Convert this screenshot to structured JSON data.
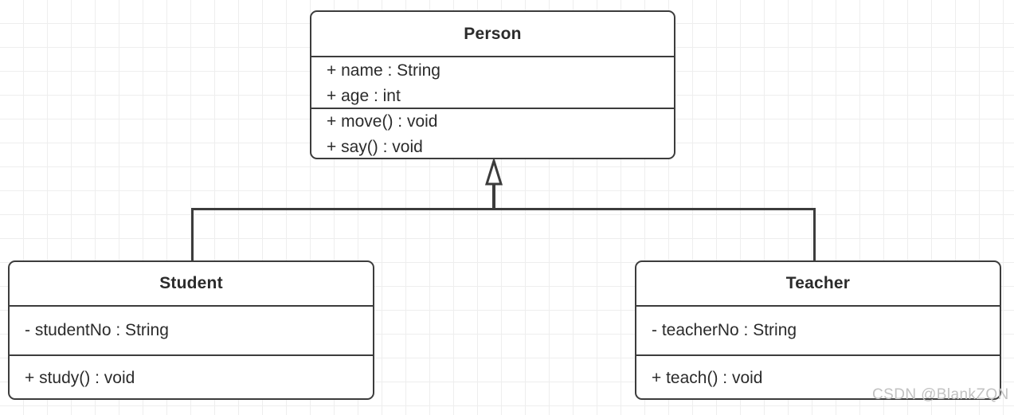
{
  "diagram": {
    "type": "uml-class-diagram",
    "relationship": "generalization",
    "arrow_glyph": "hollow-triangle",
    "line_color": "#3c3c3c",
    "text_color": "#2b2b2b",
    "background_color": "#ffffff",
    "grid_minor_color": "#eeeeee",
    "grid_major_color": "#e2e2e2"
  },
  "classes": {
    "person": {
      "name": "Person",
      "attributes": [
        "+ name : String",
        "+ age : int"
      ],
      "operations": [
        "+ move() : void",
        "+ say() : void"
      ]
    },
    "student": {
      "name": "Student",
      "attributes": [
        "- studentNo : String"
      ],
      "operations": [
        "+ study() : void"
      ]
    },
    "teacher": {
      "name": "Teacher",
      "attributes": [
        "- teacherNo : String"
      ],
      "operations": [
        "+ teach() : void"
      ]
    }
  },
  "watermark": {
    "text": "CSDN @BlankZQN"
  }
}
